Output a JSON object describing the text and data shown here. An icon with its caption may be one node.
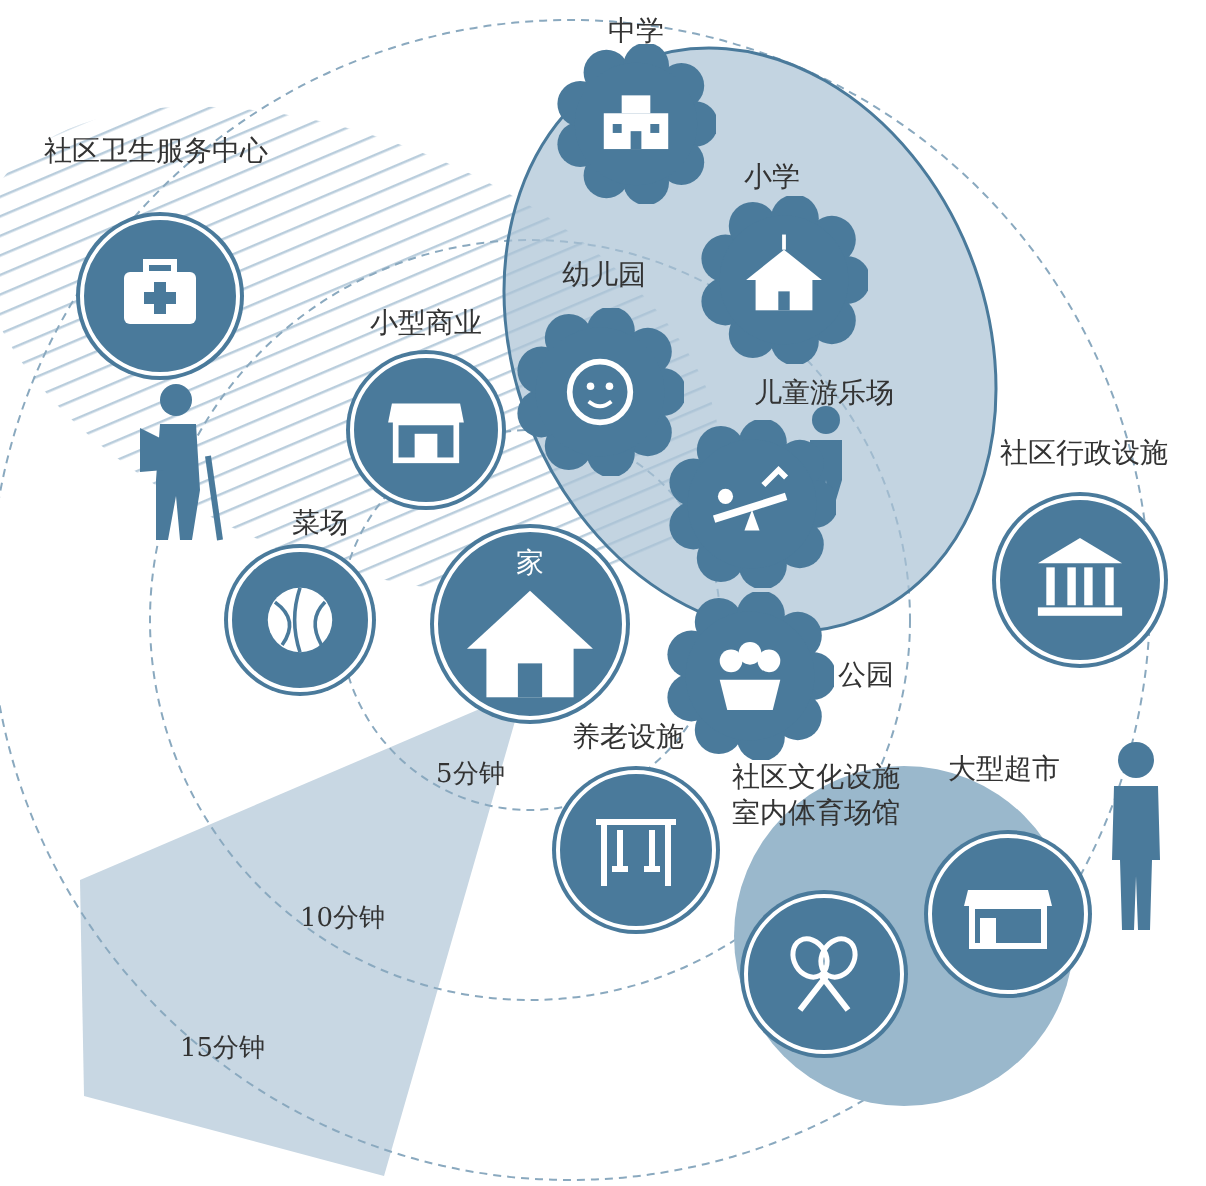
{
  "diagram": {
    "nodes": [
      {
        "text": [
          "社区卫生服务中心"
        ]
      },
      {
        "text": [
          "中学"
        ]
      },
      {
        "text": [
          "小学"
        ]
      },
      {
        "text": [
          "幼儿园"
        ]
      },
      {
        "text": [
          "小型商业"
        ]
      },
      {
        "text": [
          "儿童游乐场"
        ]
      },
      {
        "text": [
          "社区行政设施"
        ]
      },
      {
        "text": [
          "菜场"
        ]
      },
      {
        "text": [
          "家"
        ]
      },
      {
        "text": [
          "公园"
        ]
      },
      {
        "text": [
          "养老设施"
        ]
      },
      {
        "text": [
          "社区文化设施",
          "室内体育场馆"
        ]
      },
      {
        "text": [
          "大型超市"
        ]
      }
    ],
    "labels": [
      "5分钟",
      "10分钟",
      "15分钟"
    ]
  }
}
